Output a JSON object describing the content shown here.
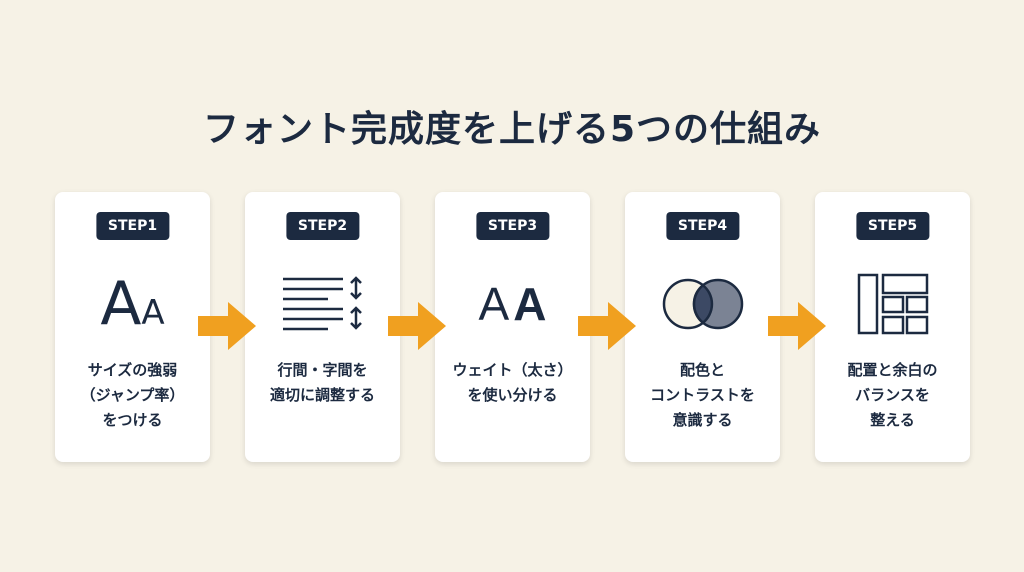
{
  "title": "フォント完成度を上げる5つの仕組み",
  "accent_color": "#f0a020",
  "steps": [
    {
      "badge": "STEP1",
      "icon": "font-size-icon",
      "glyph_large": "A",
      "glyph_small": "A",
      "text": "サイズの強弱\n（ジャンプ率）\nをつける"
    },
    {
      "badge": "STEP2",
      "icon": "line-spacing-icon",
      "text": "行間・字間を\n適切に調整する"
    },
    {
      "badge": "STEP3",
      "icon": "font-weight-icon",
      "glyph_light": "A",
      "glyph_bold": "A",
      "text": "ウェイト（太さ）\nを使い分ける"
    },
    {
      "badge": "STEP4",
      "icon": "color-contrast-icon",
      "text": "配色と\nコントラストを\n意識する"
    },
    {
      "badge": "STEP5",
      "icon": "layout-grid-icon",
      "text": "配置と余白の\nバランスを\n整える"
    }
  ]
}
